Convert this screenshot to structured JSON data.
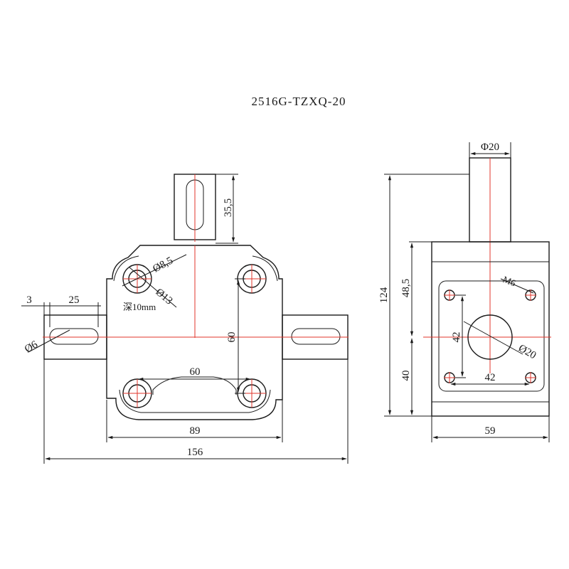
{
  "title": "2516G-TZXQ-20",
  "front_view": {
    "dim_shaft_height": "35,5",
    "dim_hole_small": "Ø8,5",
    "dim_hole_cbore": "Ø13",
    "dim_depth": "深10mm",
    "dim_offset": "3",
    "dim_shaft_len": "25",
    "dim_shaft_dia": "Ø6",
    "dim_v60": "60",
    "dim_h60": "60",
    "dim_89": "89",
    "dim_156": "156"
  },
  "side_view": {
    "dim_shaft_dia": "Φ20",
    "dim_thread": "M6",
    "dim_124": "124",
    "dim_48_5": "48,5",
    "dim_40": "40",
    "dim_v42": "42",
    "dim_h42": "42",
    "dim_bore": "Ø20",
    "dim_59": "59"
  }
}
